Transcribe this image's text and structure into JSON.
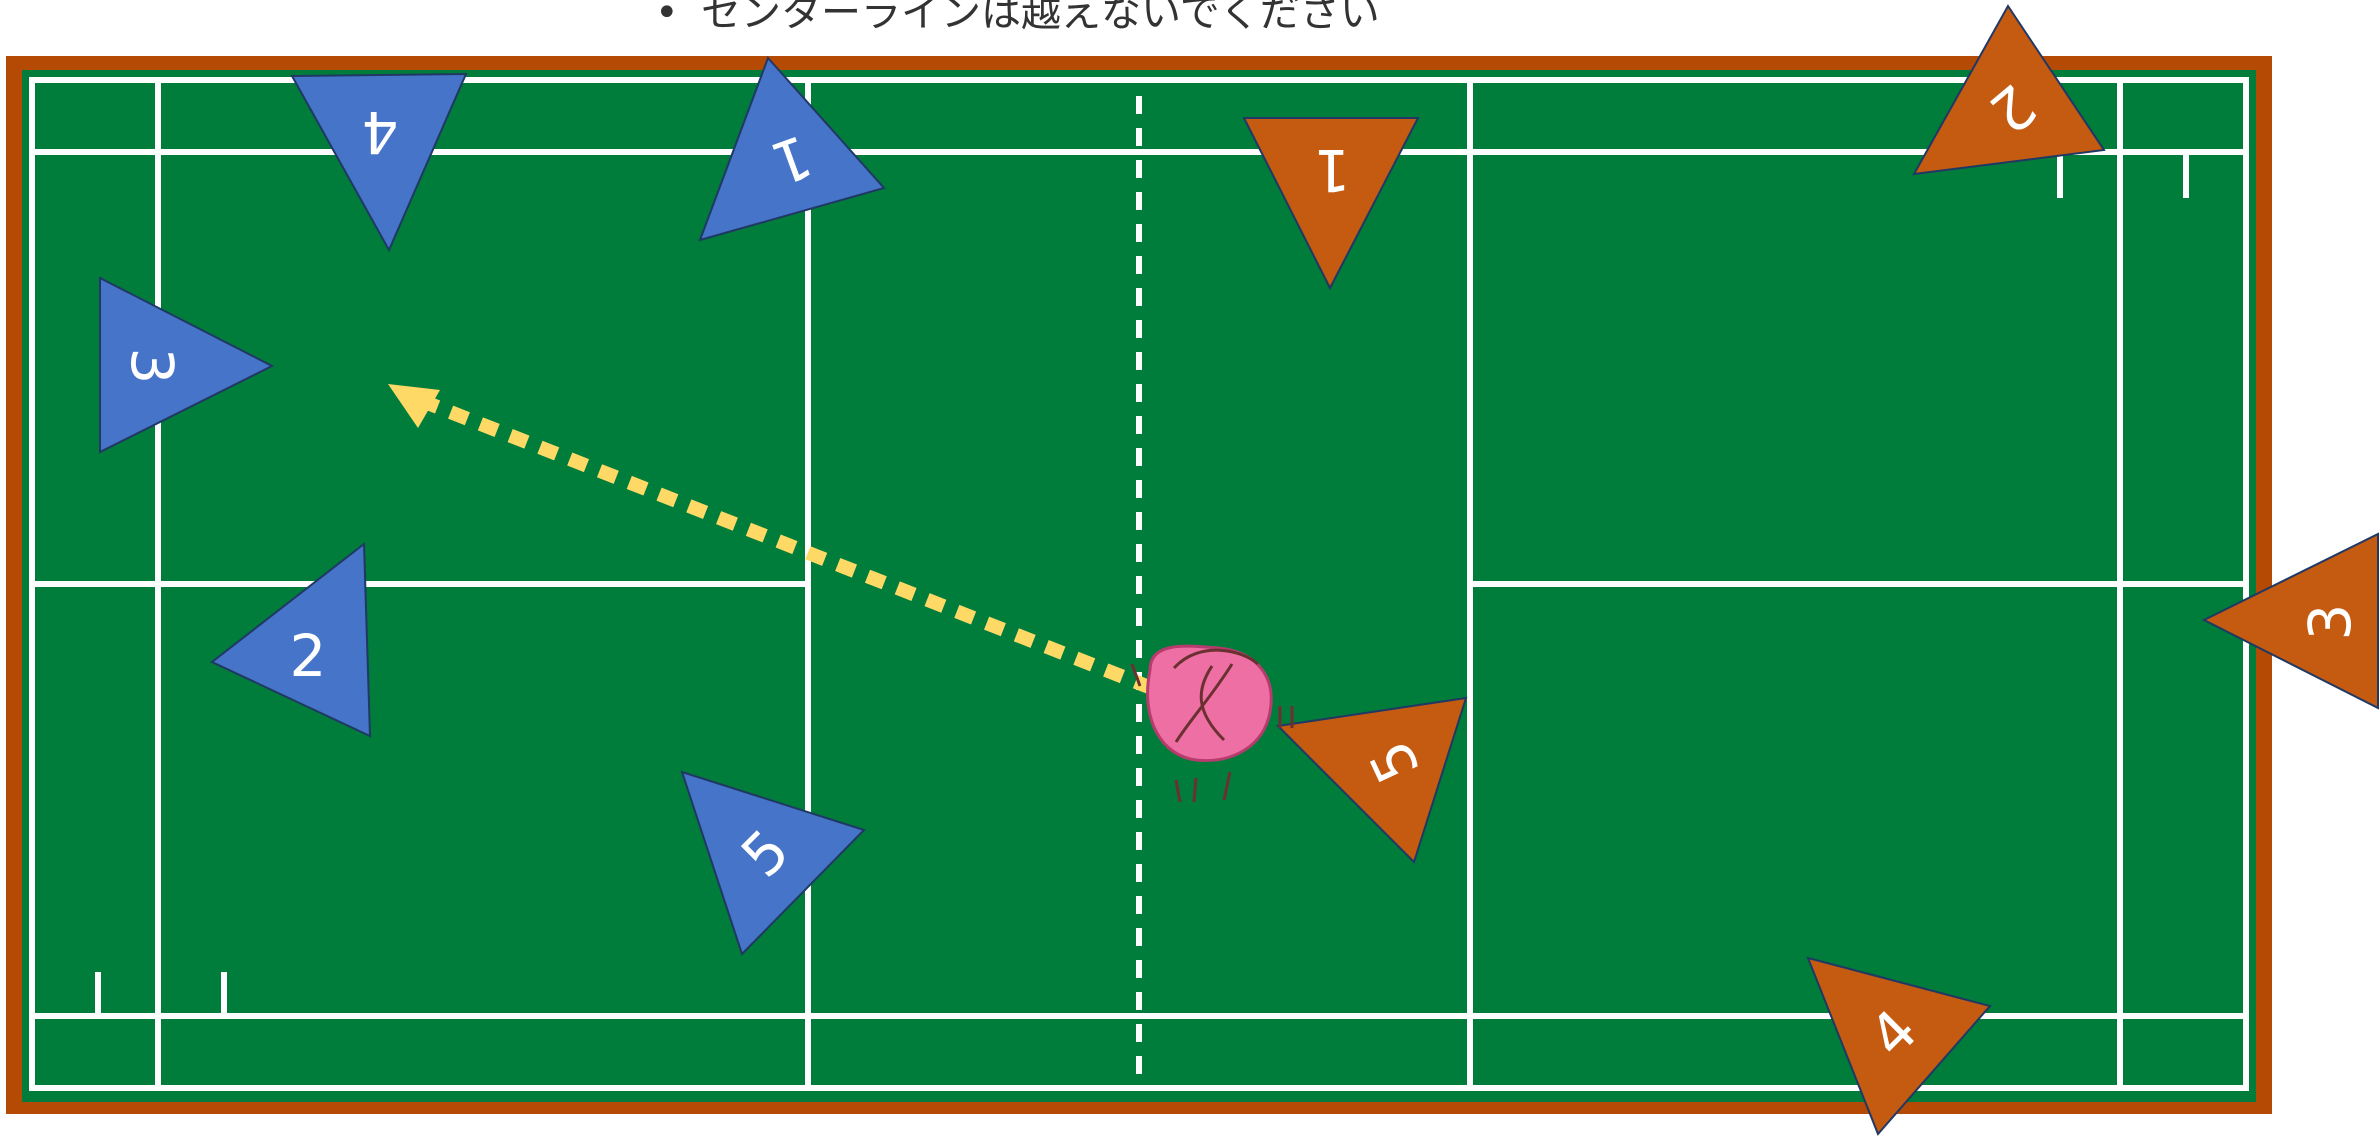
{
  "bullet_text": "センターラインは越えないでください",
  "colors": {
    "court_border": "#b54a05",
    "court_green": "#007c3b",
    "lines": "#ffffff",
    "team_blue": "#4674c8",
    "team_orange": "#c55a11",
    "arrow": "#ffd966",
    "shuttle": "#ee6fa4"
  },
  "players_blue": [
    "1",
    "2",
    "3",
    "4",
    "5"
  ],
  "players_orange": [
    "1",
    "2",
    "3",
    "4",
    "5"
  ]
}
